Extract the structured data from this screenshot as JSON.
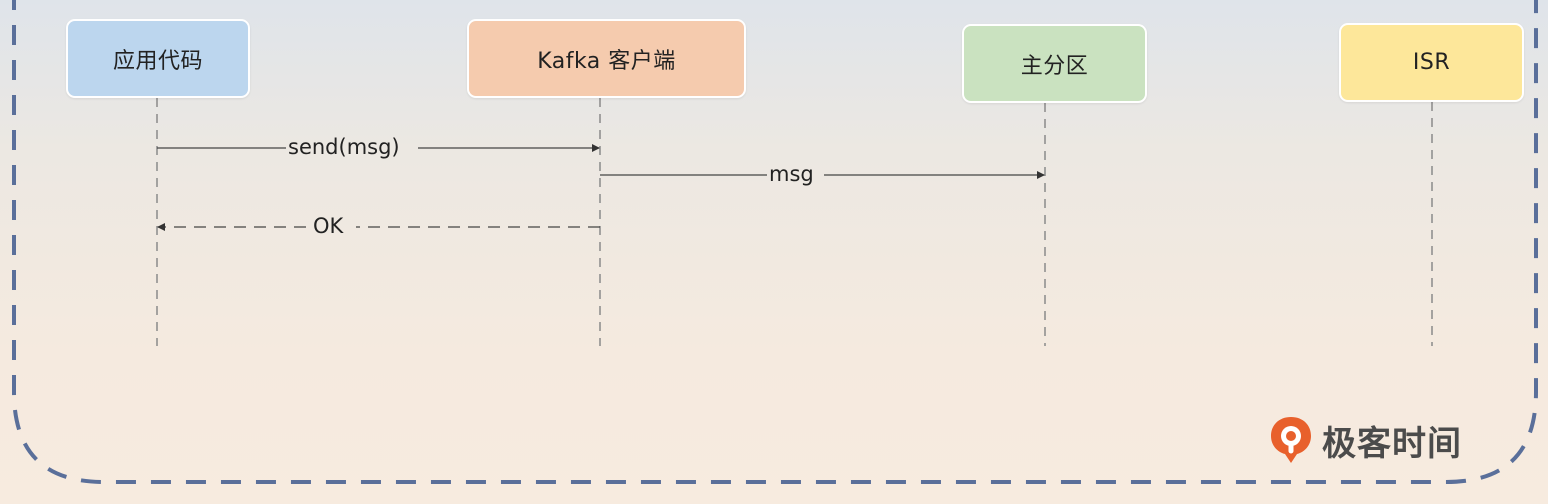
{
  "colors": {
    "frame_border": "#5a6f9a",
    "lifeline": "#8a8a8a",
    "arrow": "#444444",
    "app_box": "#bcd6ee",
    "client_box": "#f5cbae",
    "leader_box": "#cae2c0",
    "isr_box": "#fde79a",
    "logo_orange": "#e8602c"
  },
  "participants": [
    {
      "id": "app",
      "label": "应用代码"
    },
    {
      "id": "client",
      "label": "Kafka 客户端"
    },
    {
      "id": "leader",
      "label": "主分区"
    },
    {
      "id": "isr",
      "label": "ISR"
    }
  ],
  "messages": [
    {
      "from": "app",
      "to": "client",
      "label": "send(msg)",
      "style": "solid"
    },
    {
      "from": "client",
      "to": "leader",
      "label": "msg",
      "style": "solid"
    },
    {
      "from": "client",
      "to": "app",
      "label": "OK",
      "style": "dashed"
    }
  ],
  "logo": {
    "icon": "geektime-logo-icon",
    "text": "极客时间"
  }
}
